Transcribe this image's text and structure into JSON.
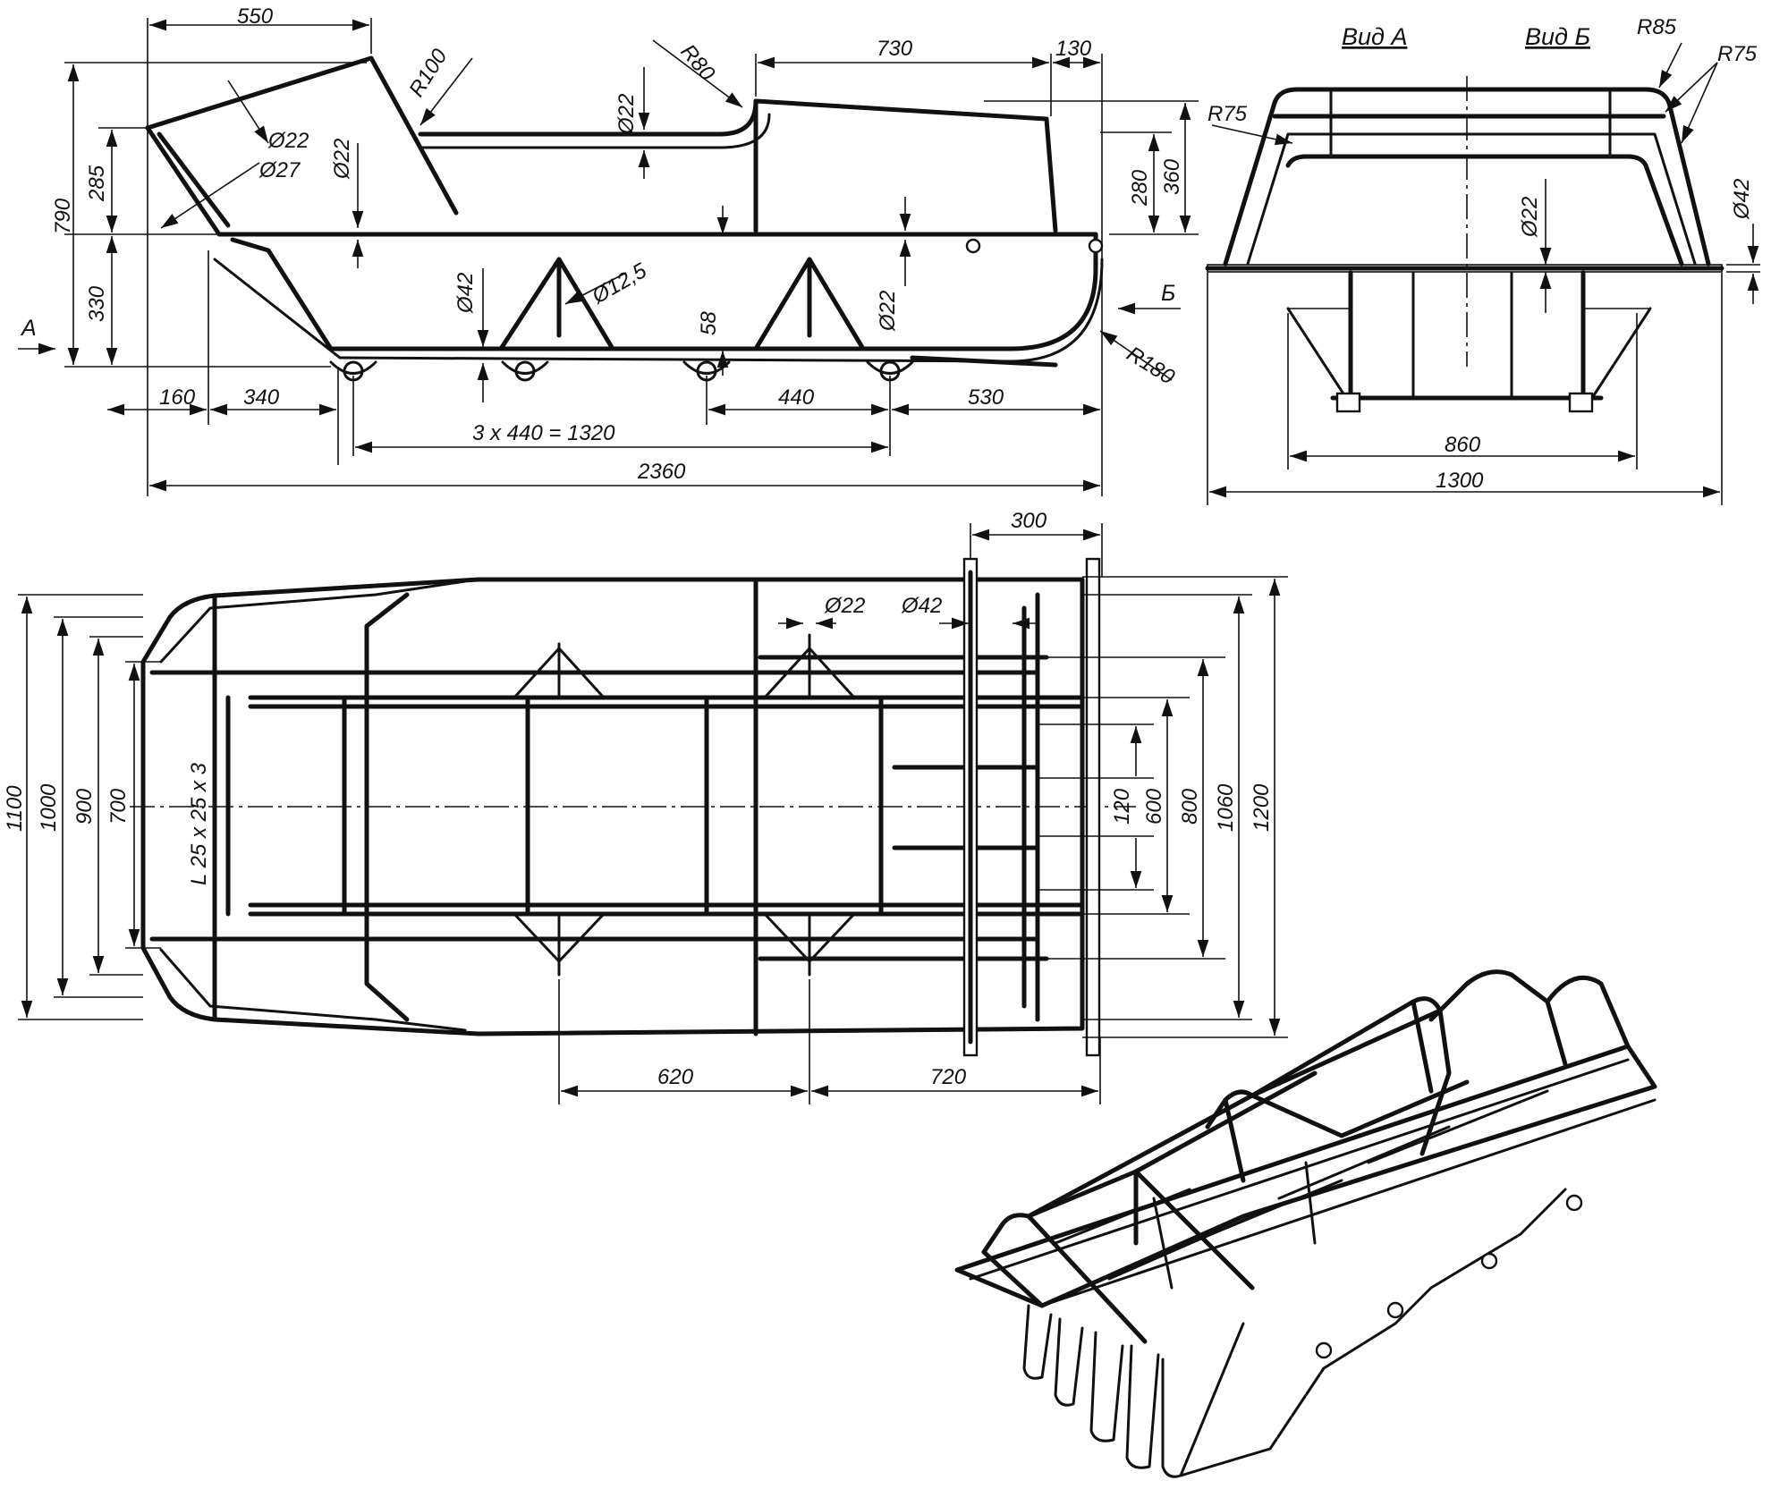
{
  "side_view": {
    "dims": {
      "d550": "550",
      "d730": "730",
      "d130": "130",
      "r100": "R100",
      "r80": "R80",
      "r180": "R180",
      "dia22_a": "Ø22",
      "dia27": "Ø27",
      "dia22_b": "Ø22",
      "dia22_c": "Ø22",
      "dia42": "Ø42",
      "dia12_5": "Ø12,5",
      "d58": "58",
      "dia22_d": "Ø22",
      "d790": "790",
      "d285": "285",
      "d330": "330",
      "d280": "280",
      "d360": "360",
      "d160": "160",
      "d340": "340",
      "d440": "440",
      "d530": "530",
      "d1320": "3 x 440 = 1320",
      "d2360": "2360",
      "arrow_a": "А",
      "arrow_b": "Б"
    }
  },
  "end_views": {
    "view_a": "Вид А",
    "view_b": "Вид Б",
    "dims": {
      "r85": "R85",
      "r75_right": "R75",
      "r75_left": "R75",
      "dia42": "Ø42",
      "dia22": "Ø22",
      "d860": "860",
      "d1300": "1300"
    }
  },
  "plan_view": {
    "dims": {
      "d300": "300",
      "dia22": "Ø22",
      "dia42": "Ø42",
      "angle": "L 25 x 25 x 3",
      "d1100": "1100",
      "d1000": "1000",
      "d900": "900",
      "d700": "700",
      "d120": "120",
      "d600": "600",
      "d800": "800",
      "d1060": "1060",
      "d1200": "1200",
      "d620": "620",
      "d720": "720"
    }
  }
}
